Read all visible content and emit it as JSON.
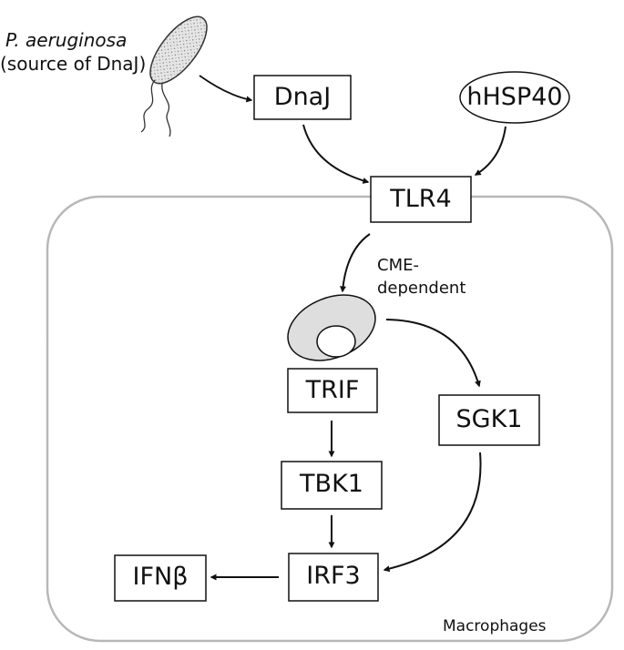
{
  "bacteria": {
    "name": "P. aeruginosa",
    "note": "(source of DnaJ)"
  },
  "nodes": {
    "dnaj": "DnaJ",
    "hhsp40": "hHSP40",
    "tlr4": "TLR4",
    "trif": "TRIF",
    "tbk1": "TBK1",
    "irf3": "IRF3",
    "sgk1": "SGK1",
    "ifnb": "IFNβ"
  },
  "annotations": {
    "cme_line1": "CME-",
    "cme_line2": "dependent",
    "cell_label": "Macrophages"
  },
  "colors": {
    "stroke": "#111111",
    "cell_border": "#b8b8b8",
    "bacteria_fill": "#e6e6e6"
  }
}
